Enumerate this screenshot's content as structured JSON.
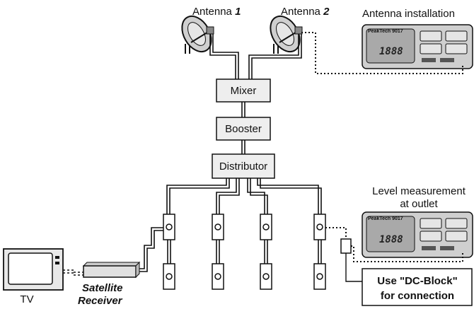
{
  "labels": {
    "antenna1_prefix": "Antenna ",
    "antenna1_num": "1",
    "antenna2_prefix": "Antenna ",
    "antenna2_num": "2",
    "antenna_installation": "Antenna installation",
    "mixer": "Mixer",
    "booster": "Booster",
    "distributor": "Distributor",
    "level_measurement_line1": "Level measurement",
    "level_measurement_line2": "at outlet",
    "tv": "TV",
    "satellite_receiver_line1": "Satellite",
    "satellite_receiver_line2": "Receiver",
    "dc_block_line1": "Use \"DC-Block\"",
    "dc_block_line2": "for connection"
  },
  "meters": [
    {
      "brand": "PeakTech 9017",
      "display": "1888"
    },
    {
      "brand": "PeakTech 9017",
      "display": "1888"
    }
  ],
  "colors": {
    "stroke": "#111111",
    "box_fill": "#eeeeee",
    "meter_body": "#cfcfcf",
    "meter_screen": "#a9a9a9"
  }
}
